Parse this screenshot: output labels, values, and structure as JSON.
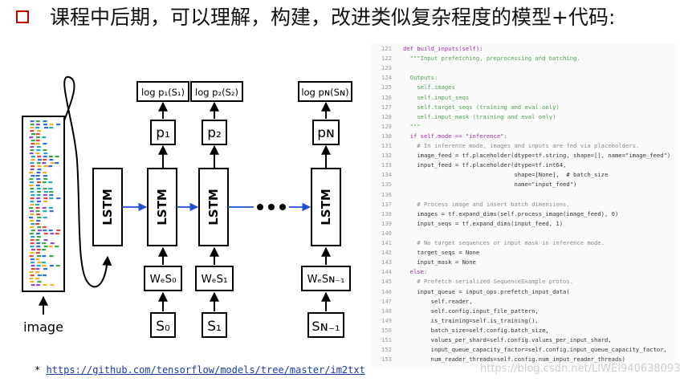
{
  "header": {
    "title": "课程中后期，可以理解，构建，改进类似复杂程度的模型+代码:"
  },
  "diagram": {
    "image_label": "image",
    "lstm_label": "LSTM",
    "outputs": [
      "log p₁(S₁)",
      "log p₂(S₂)",
      "log pɴ(Sɴ)"
    ],
    "probs": [
      "p₁",
      "p₂",
      "pɴ"
    ],
    "embeds": [
      "WₑS₀",
      "WₑS₁",
      "WₑSɴ₋₁"
    ],
    "inputs": [
      "S₀",
      "S₁",
      "Sɴ₋₁"
    ]
  },
  "code": {
    "lines": [
      {
        "n": "121",
        "t": "def build_inputs(self):"
      },
      {
        "n": "122",
        "t": "  \"\"\"Input prefetching, preprocessing and batching."
      },
      {
        "n": "123",
        "t": ""
      },
      {
        "n": "124",
        "t": "  Outputs:"
      },
      {
        "n": "125",
        "t": "    self.images"
      },
      {
        "n": "126",
        "t": "    self.input_seqs"
      },
      {
        "n": "127",
        "t": "    self.target_seqs (training and eval only)"
      },
      {
        "n": "128",
        "t": "    self.input_mask (training and eval only)"
      },
      {
        "n": "129",
        "t": "  \"\"\""
      },
      {
        "n": "130",
        "t": "  if self.mode == \"inference\":"
      },
      {
        "n": "131",
        "t": "    # In inference mode, images and inputs are fed via placeholders."
      },
      {
        "n": "132",
        "t": "    image_feed = tf.placeholder(dtype=tf.string, shape=[], name=\"image_feed\")"
      },
      {
        "n": "133",
        "t": "    input_feed = tf.placeholder(dtype=tf.int64,"
      },
      {
        "n": "134",
        "t": "                                shape=[None],  # batch_size"
      },
      {
        "n": "135",
        "t": "                                name=\"input_feed\")"
      },
      {
        "n": "136",
        "t": ""
      },
      {
        "n": "137",
        "t": "    # Process image and insert batch dimensions."
      },
      {
        "n": "138",
        "t": "    images = tf.expand_dims(self.process_image(image_feed), 0)"
      },
      {
        "n": "139",
        "t": "    input_seqs = tf.expand_dims(input_feed, 1)"
      },
      {
        "n": "140",
        "t": ""
      },
      {
        "n": "141",
        "t": "    # No target sequences or input mask in inference mode."
      },
      {
        "n": "142",
        "t": "    target_seqs = None"
      },
      {
        "n": "143",
        "t": "    input_mask = None"
      },
      {
        "n": "144",
        "t": "  else:"
      },
      {
        "n": "145",
        "t": "    # Prefetch serialized SequenceExample protos."
      },
      {
        "n": "146",
        "t": "    input_queue = input_ops.prefetch_input_data("
      },
      {
        "n": "147",
        "t": "        self.reader,"
      },
      {
        "n": "148",
        "t": "        self.config.input_file_pattern,"
      },
      {
        "n": "149",
        "t": "        is_training=self.is_training(),"
      },
      {
        "n": "150",
        "t": "        batch_size=self.config.batch_size,"
      },
      {
        "n": "151",
        "t": "        values_per_shard=self.config.values_per_input_shard,"
      },
      {
        "n": "152",
        "t": "        input_queue_capacity_factor=self.config.input_queue_capacity_factor,"
      },
      {
        "n": "153",
        "t": "        num_reader_threads=self.config.num_input_reader_threads)"
      }
    ]
  },
  "footer": {
    "star": "*",
    "link": "https://github.com/tensorflow/models/tree/master/im2txt",
    "watermark": "https://blog.csdn.net/LIWEI940638093"
  },
  "colors": {
    "bullet": "#c00000",
    "arrow_blue": "#1f4fd6",
    "link": "#1a3aa6"
  }
}
